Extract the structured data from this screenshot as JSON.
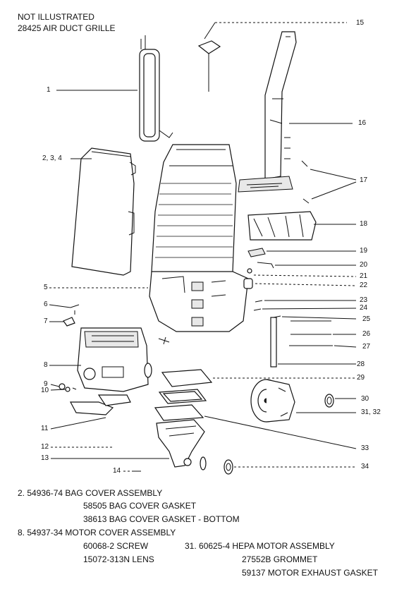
{
  "header": {
    "line1": "NOT ILLUSTRATED",
    "line2": "28425 AIR DUCT GRILLE"
  },
  "callouts": {
    "c1": "1",
    "c234": "2, 3, 4",
    "c5": "5",
    "c6": "6",
    "c7": "7",
    "c8": "8",
    "c9": "9",
    "c10": "10",
    "c11": "11",
    "c12": "12",
    "c13": "13",
    "c14": "14",
    "c15": "15",
    "c16": "16",
    "c17": "17",
    "c18": "18",
    "c19": "19",
    "c20": "20",
    "c21": "21",
    "c22": "22",
    "c23": "23",
    "c24": "24",
    "c25": "25",
    "c26": "26",
    "c27": "27",
    "c28": "28",
    "c29": "29",
    "c30": "30",
    "c3132": "31, 32",
    "c33": "33",
    "c34": "34"
  },
  "parts_list": {
    "r1": "2.  54936-74  BAG COVER ASSEMBLY",
    "r2": "58505  BAG COVER GASKET",
    "r3": "38613  BAG COVER GASKET - BOTTOM",
    "r4": "8.  54937-34  MOTOR COVER ASSEMBLY",
    "r5a": "60068-2  SCREW",
    "r5b": "31.  60625-4 HEPA MOTOR ASSEMBLY",
    "r6a": "15072-313N LENS",
    "r6b": "27552B GROMMET",
    "r7": "59137 MOTOR EXHAUST GASKET"
  }
}
